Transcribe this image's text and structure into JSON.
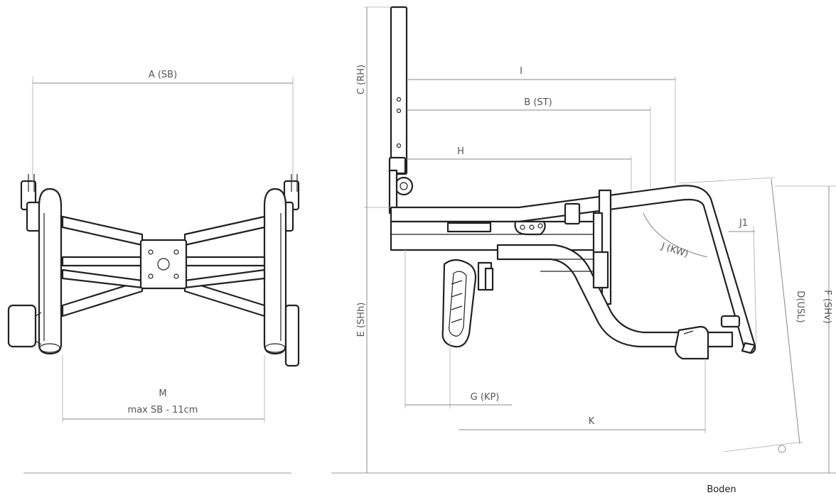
{
  "labels": {
    "a": "A (SB)",
    "m": "M",
    "m_sub": "max SB - 11cm",
    "c": "C (RH)",
    "i": "I",
    "b": "B (ST)",
    "h": "H",
    "j": "J (KW)",
    "j1": "J1",
    "d": "D(USL)",
    "f": "F (SHv)",
    "e": "E (SHh)",
    "g": "G (KP)",
    "k": "K",
    "floor": "Boden"
  },
  "colors": {
    "line": "#222222",
    "dimension": "#888888",
    "text": "#555555"
  }
}
